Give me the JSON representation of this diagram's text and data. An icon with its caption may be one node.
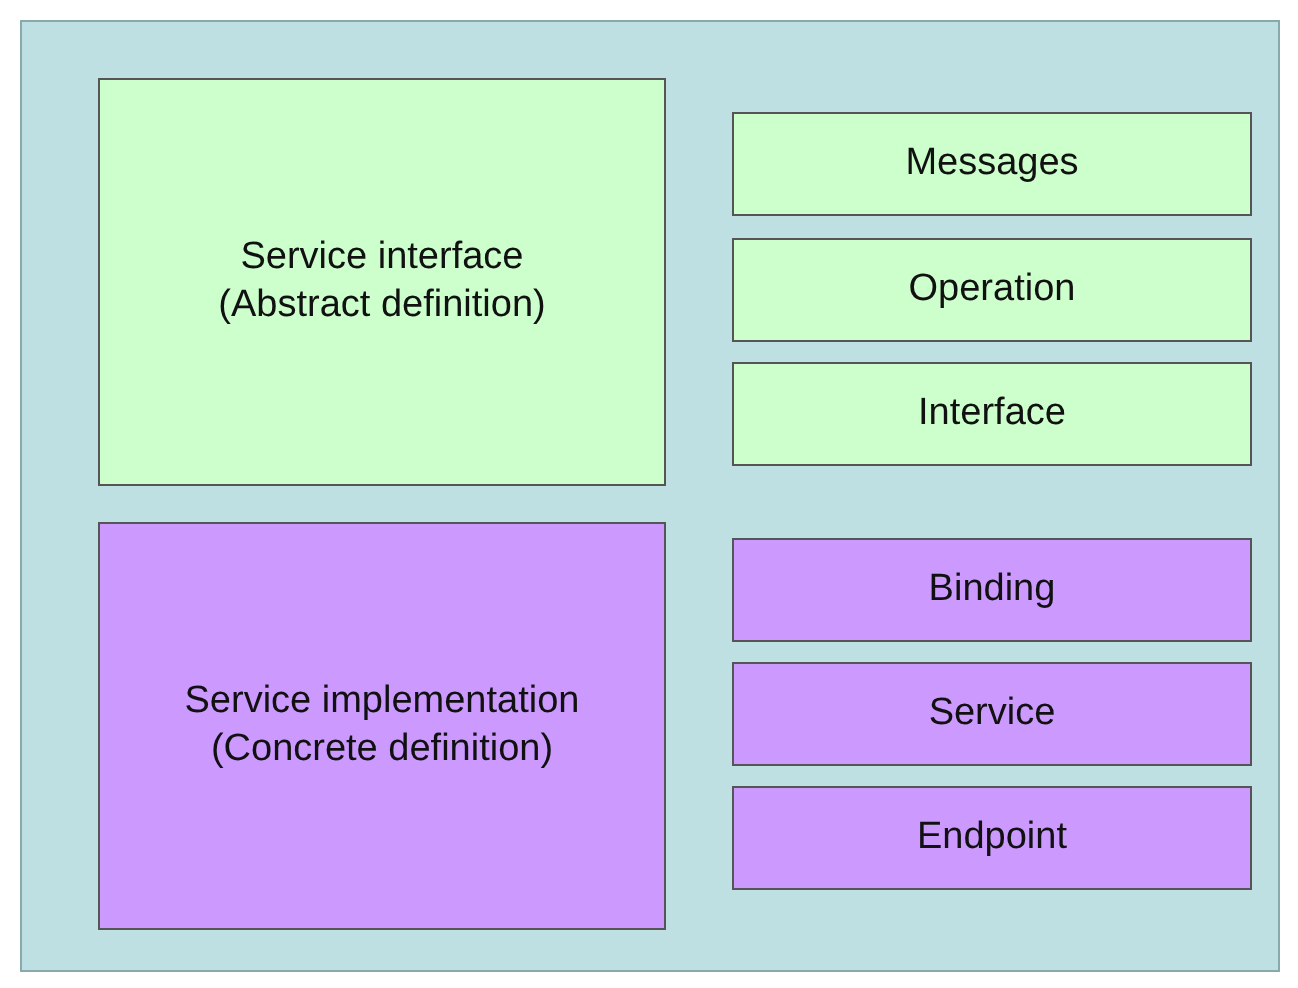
{
  "diagram": {
    "nodes": [
      {
        "text": [
          "Service interface (Abstract definition)"
        ]
      },
      {
        "text": [
          "Messages"
        ]
      },
      {
        "text": [
          "Operation"
        ]
      },
      {
        "text": [
          "Interface"
        ]
      },
      {
        "text": [
          "Service implementation (Concrete definition)"
        ]
      },
      {
        "text": [
          "Binding"
        ]
      },
      {
        "text": [
          "Service"
        ]
      },
      {
        "text": [
          "Endpoint"
        ]
      }
    ]
  }
}
